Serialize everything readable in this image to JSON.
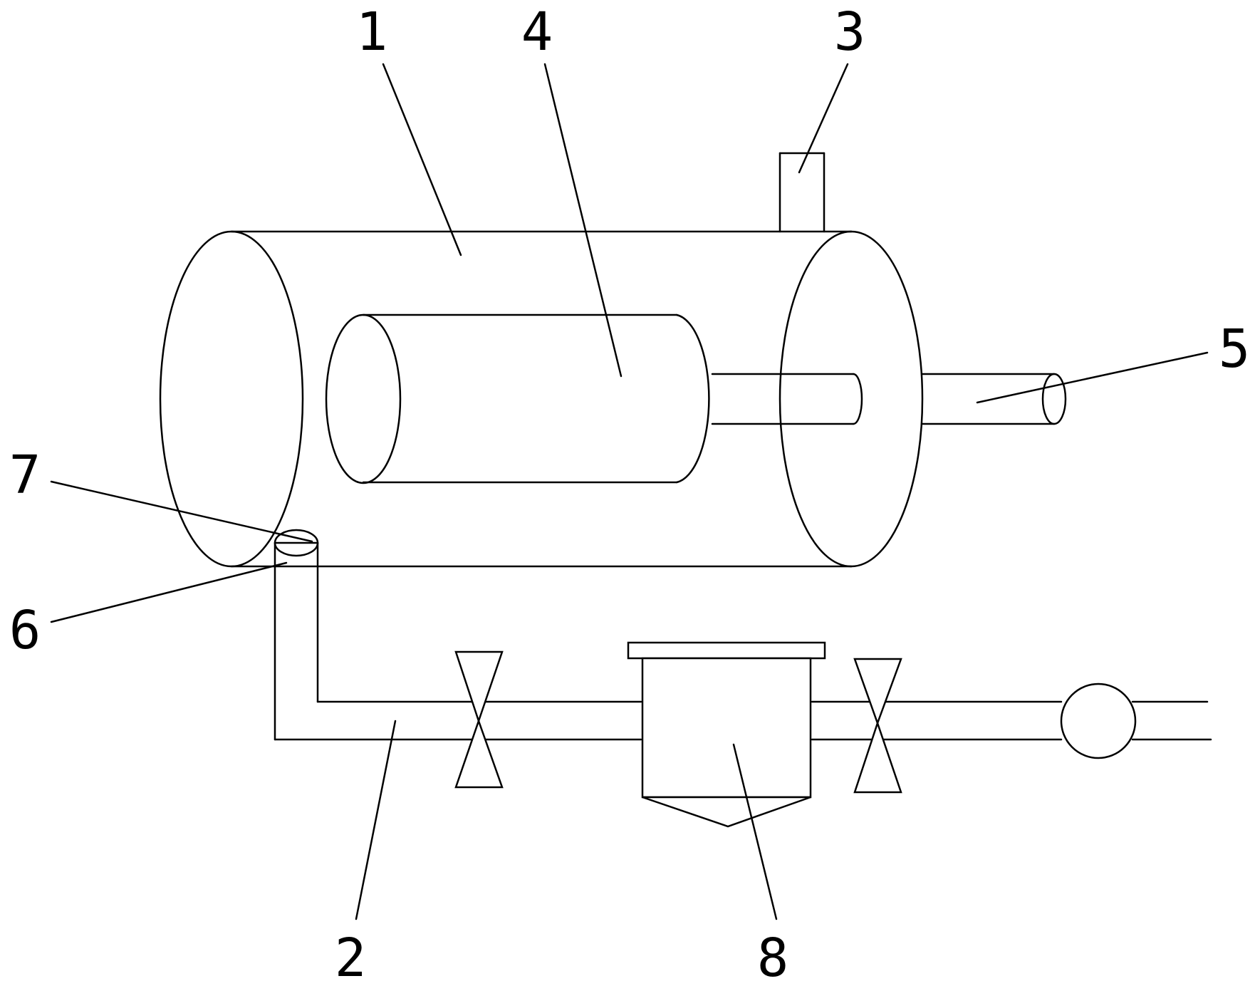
{
  "colors": {
    "stroke": "#000000",
    "background": "#ffffff"
  },
  "labels": {
    "l1": "1",
    "l2": "2",
    "l3": "3",
    "l4": "4",
    "l5": "5",
    "l6": "6",
    "l7": "7",
    "l8": "8"
  }
}
